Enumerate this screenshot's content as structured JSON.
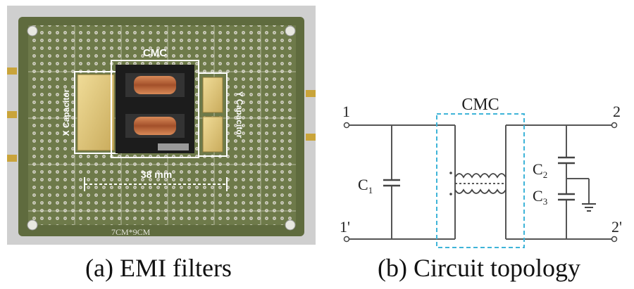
{
  "photo": {
    "cmc_label": "CMC",
    "x_cap_label": "X Capacitor",
    "y_cap_label": "Y Capacitor",
    "dimension_label": "38 mm",
    "board_label": "7CM*9CM"
  },
  "circuit": {
    "cmc_label": "CMC",
    "port_1": "1",
    "port_1p": "1'",
    "port_2": "2",
    "port_2p": "2'",
    "c1_label": "C",
    "c1_sub": "1",
    "c2_label": "C",
    "c2_sub": "2",
    "c3_label": "C",
    "c3_sub": "3"
  },
  "captions": {
    "a": "(a) EMI filters",
    "b": "(b) Circuit topology"
  }
}
